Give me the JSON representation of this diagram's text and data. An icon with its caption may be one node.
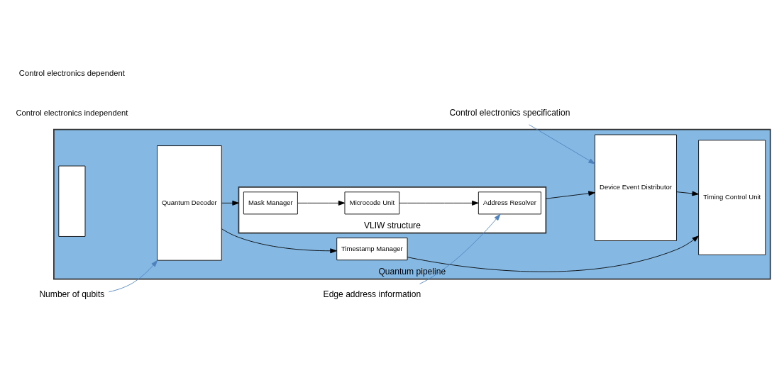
{
  "diagram": {
    "nodes": [
      {
        "text": [
          "Quantum pipeline"
        ]
      },
      {
        "text": [
          "Number of qubits"
        ]
      },
      {
        "text": [
          "Quantum Decoder"
        ],
        "in": 0
      },
      {
        "text": [
          "Timestamp Manager"
        ],
        "in": 0
      },
      {
        "text": [],
        "shape": "box",
        "in": 0
      },
      {
        "text": [
          "VLIW structure"
        ],
        "in": 0
      },
      {
        "text": [
          "Mask Manager"
        ],
        "in": 5
      },
      {
        "text": [
          "Microcode Unit"
        ],
        "in": 5
      },
      {
        "text": [
          "Address Resolver"
        ],
        "in": 5
      },
      {
        "text": [
          "Device Event Distributor"
        ],
        "in": 0
      },
      {
        "text": [
          "Timing Control Unit"
        ],
        "in": 0
      },
      {
        "text": [
          "Edge address information"
        ]
      },
      {
        "text": [
          "Control electronics specification"
        ]
      }
    ],
    "edges": [
      {
        "from": 1,
        "to": 2,
        "arrow": "to",
        "color": "#4f81bd"
      },
      {
        "from": 2,
        "to": 3,
        "arrow": "to"
      },
      {
        "from": 2,
        "to": 5,
        "arrow": "to"
      },
      {
        "from": 6,
        "to": 7,
        "arrow": "to"
      },
      {
        "from": 7,
        "to": 8,
        "arrow": "to"
      },
      {
        "from": 5,
        "to": 9,
        "arrow": "to"
      },
      {
        "from": 3,
        "to": 10,
        "arrow": "to"
      },
      {
        "from": 9,
        "to": 10,
        "arrow": "to"
      },
      {
        "from": 11,
        "to": 8,
        "arrow": "to",
        "color": "#4f81bd"
      },
      {
        "from": 12,
        "to": 9,
        "arrow": "to",
        "color": "#4f81bd"
      }
    ],
    "labels": [
      "Control electronics independent",
      "Control electronics dependent"
    ]
  }
}
